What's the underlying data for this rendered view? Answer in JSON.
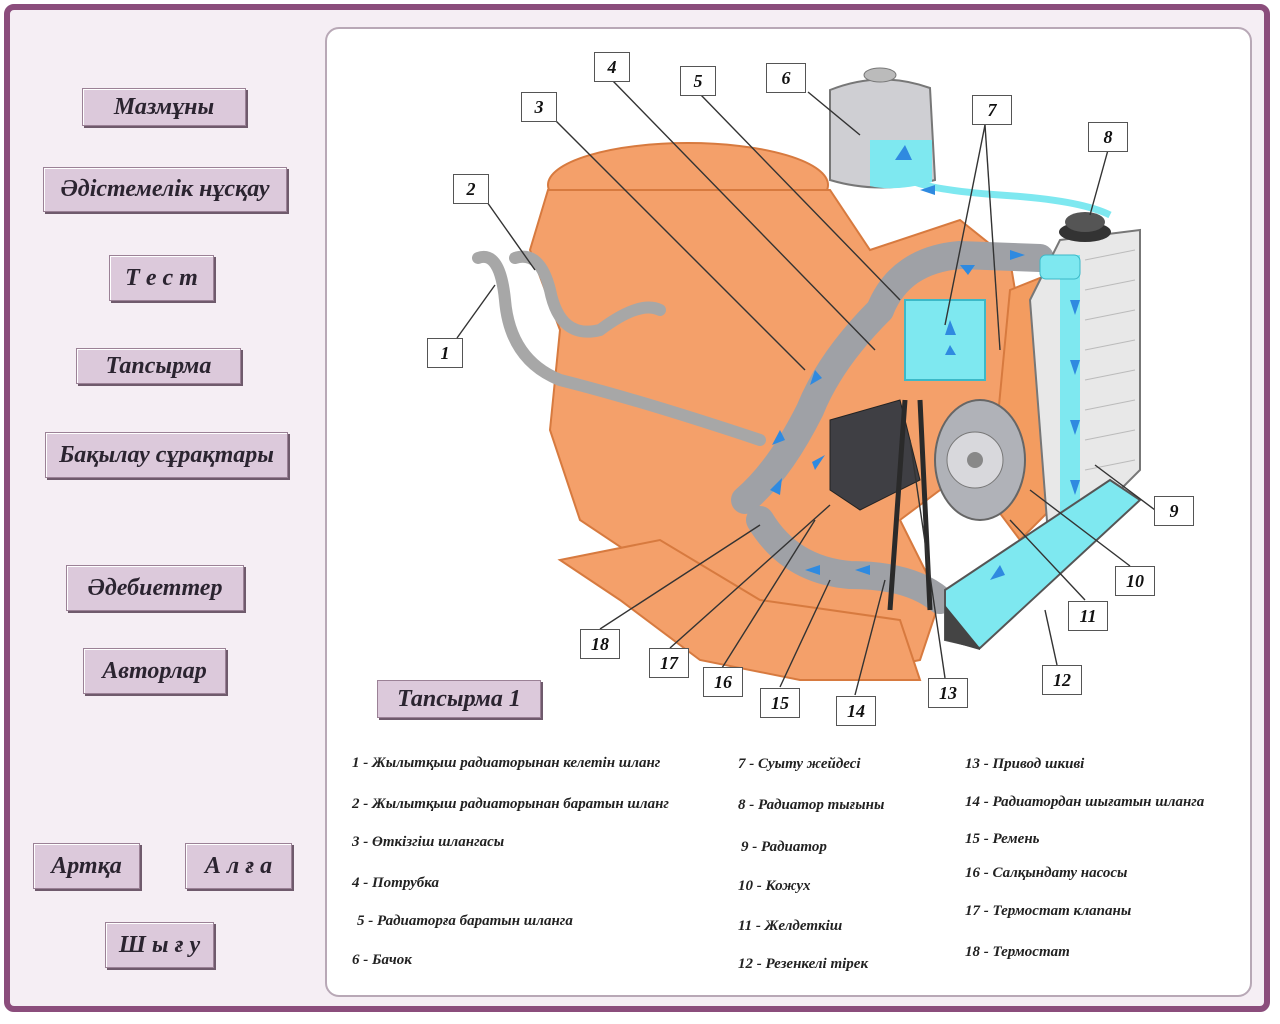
{
  "nav": {
    "contents": "Мазмұны",
    "method_guide": "Әдістемелік нұсқау",
    "test": "Т е с т",
    "task": "Тапсырма",
    "control_questions": "Бақылау сұрақтары",
    "literature": "Әдебиеттер",
    "authors": "Авторлар",
    "back": "Артқа",
    "forward": "А л ғ а",
    "exit": "Ш ы ғ у"
  },
  "task_title": "Тапсырма 1",
  "callouts": [
    "1",
    "2",
    "3",
    "4",
    "5",
    "6",
    "7",
    "8",
    "9",
    "10",
    "11",
    "12",
    "13",
    "14",
    "15",
    "16",
    "17",
    "18"
  ],
  "legend": {
    "col1": [
      "1 - Жылытқыш радиаторынан  келетін шланг",
      "2  - Жылытқыш радиаторынан  баратын шланг",
      "3  - Өткізгіш шлангасы",
      "4  - Потрубка",
      "5 - Радиаторға баратын шланга",
      "6  - Бачок"
    ],
    "col2": [
      "7  - Суыту жейдесі",
      "8  - Радиатор тығыны",
      "9 - Радиатор",
      "10  - Кожух",
      "11  - Желдеткіш",
      "12  - Резенкелі тірек"
    ],
    "col3": [
      "13 - Привод шкиві",
      "14  - Радиатордан шығатын шланга",
      "15  - Ремень",
      "16  - Салқындату насосы",
      "17  - Термостат клапаны",
      "18  - Термостат"
    ]
  },
  "colors": {
    "frame": "#8b4d7c",
    "button": "#dcc9db",
    "engine": "#f4a06a",
    "coolant": "#7ee8f0",
    "arrow": "#2f8ae0"
  }
}
